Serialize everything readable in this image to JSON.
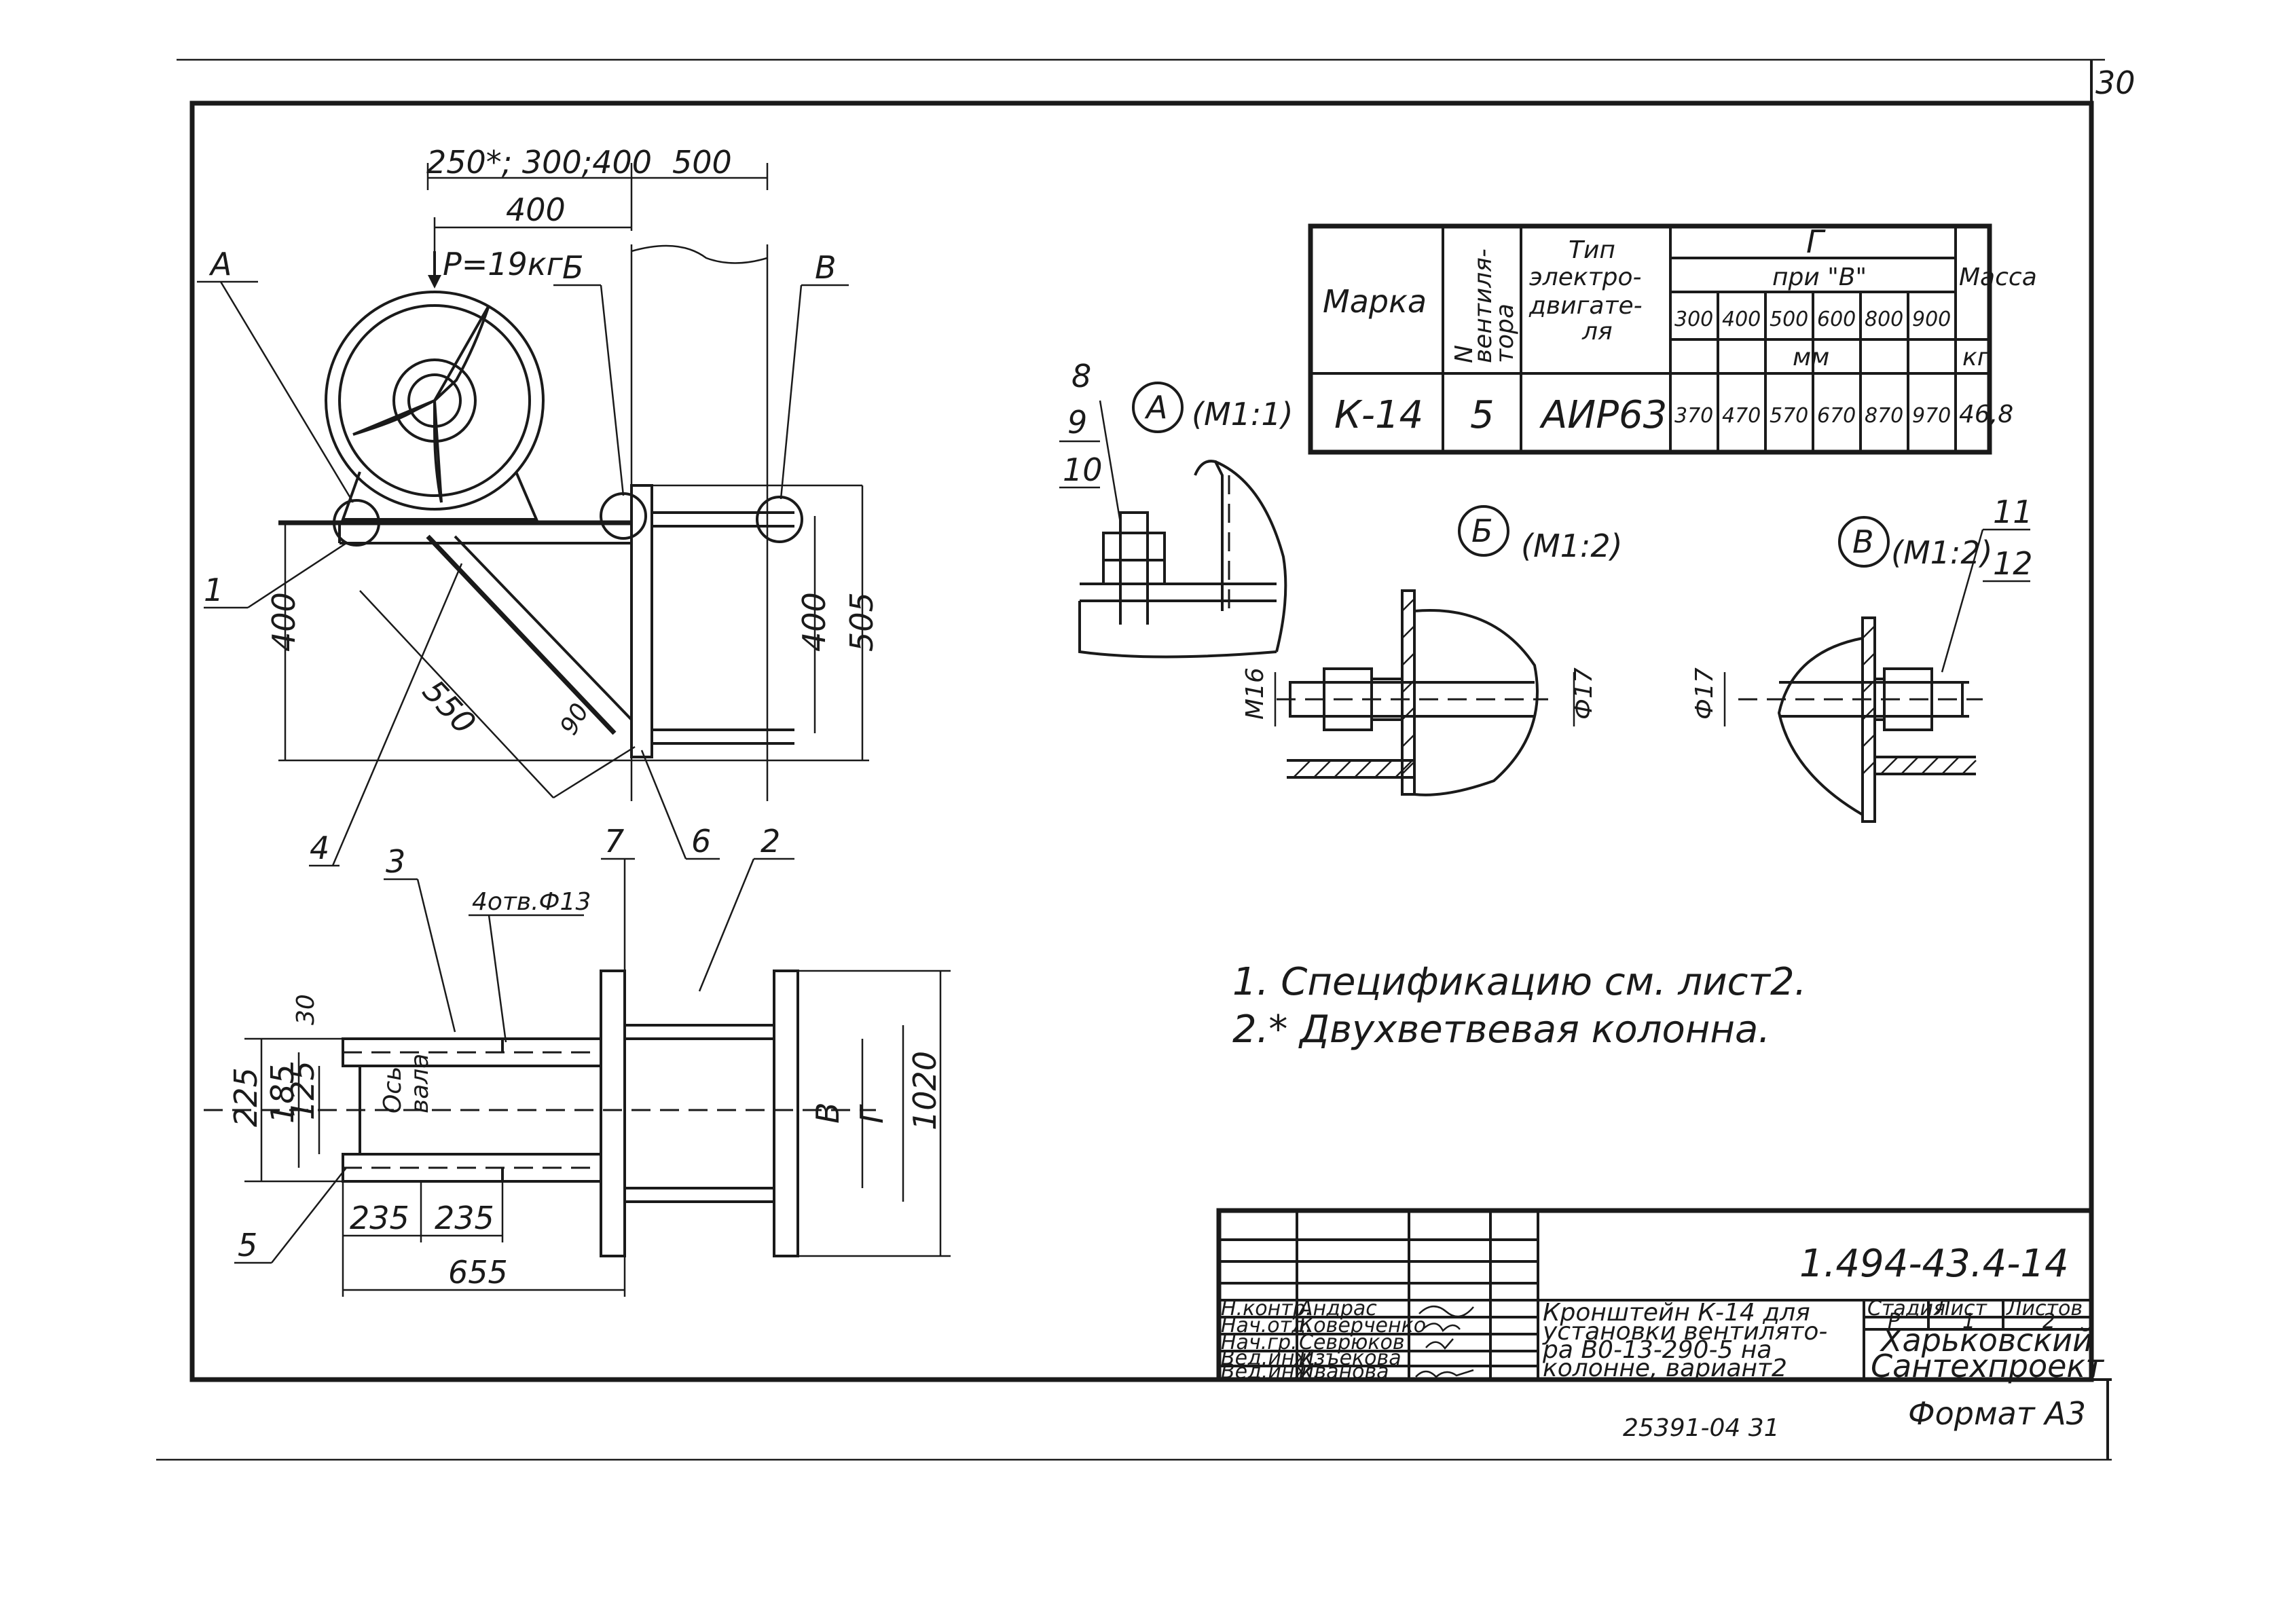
{
  "sheet_number": "30",
  "main_view": {
    "dim_top_left": "250*; 300;400",
    "dim_top_right": "500",
    "dim_400_top": "400",
    "load": "P=19кг",
    "dim_400_left": "400",
    "dim_400_mid": "400",
    "dim_505": "505",
    "dim_550": "550",
    "dim_90": "90",
    "callout_a": "А",
    "callout_b": "Б",
    "callout_v": "В",
    "pos_1": "1",
    "pos_4": "4",
    "pos_6": "6",
    "pos_2": "2",
    "pos_7": "7",
    "pos_3": "3"
  },
  "plan_view": {
    "holes_note": "4отв.Ф13",
    "dim_30": "30",
    "dim_225": "225",
    "dim_185": "185",
    "dim_125": "125",
    "axis_label_1": "Ось",
    "axis_label_2": "вала",
    "dim_235_a": "235",
    "dim_235_b": "235",
    "dim_655": "655",
    "dim_v": "В",
    "dim_g": "Г",
    "dim_1020": "1020",
    "pos_5": "5"
  },
  "details": {
    "a_title": "А",
    "a_scale": "(М1:1)",
    "a_pos_8": "8",
    "a_pos_9": "9",
    "a_pos_10": "10",
    "b_title": "Б",
    "b_scale": "(М1:2)",
    "b_m16": "М16",
    "b_d17": "Ф17",
    "v_title": "В",
    "v_scale": "(М1:2)",
    "v_d17": "Ф17",
    "v_pos_11": "11",
    "v_pos_12": "12"
  },
  "spec_table": {
    "h_marka": "Марка",
    "h_vent": [
      "N",
      "вентиля-",
      "тора"
    ],
    "h_type": [
      "Тип",
      "электро-",
      "двигате-",
      "ля"
    ],
    "h_g": "Г",
    "h_pri_v": "при \"В\"",
    "h_sizes": [
      "300",
      "400",
      "500",
      "600",
      "800",
      "900"
    ],
    "h_mm": "мм",
    "h_massa": "Масса",
    "h_kg": "кг",
    "row": {
      "marka": "К-14",
      "vent": "5",
      "type": "АИР63",
      "g": [
        "370",
        "470",
        "570",
        "670",
        "870",
        "970"
      ],
      "massa": "46,8"
    }
  },
  "notes": {
    "n1": "1. Спецификацию см. лист2.",
    "n2": "2.* Двухветвевая колонна."
  },
  "title_block": {
    "doc_code": "1.494-43.4-14",
    "roles": [
      "Н.контр.",
      "Нач.отд.",
      "Нач.гр.",
      "Вед.инж.",
      "Вед.инж."
    ],
    "names": [
      "Андрас",
      "Коверченко",
      "Севрюков",
      "Изъекова",
      "Иванова"
    ],
    "title_lines": [
      "Кронштейн К-14 для",
      "установки вентилято-",
      "ра В0-13-290-5 на",
      "колонне, вариант2"
    ],
    "h_stage": "Стадия",
    "h_sheet": "Лист",
    "h_sheets": "Листов",
    "stage": "Р",
    "sheet": "1",
    "sheets": "2",
    "org_1": "Харьковский",
    "org_2": "Сантехпроект"
  },
  "footer": {
    "inventory": "25391-04   31",
    "format": "Формат А3"
  }
}
